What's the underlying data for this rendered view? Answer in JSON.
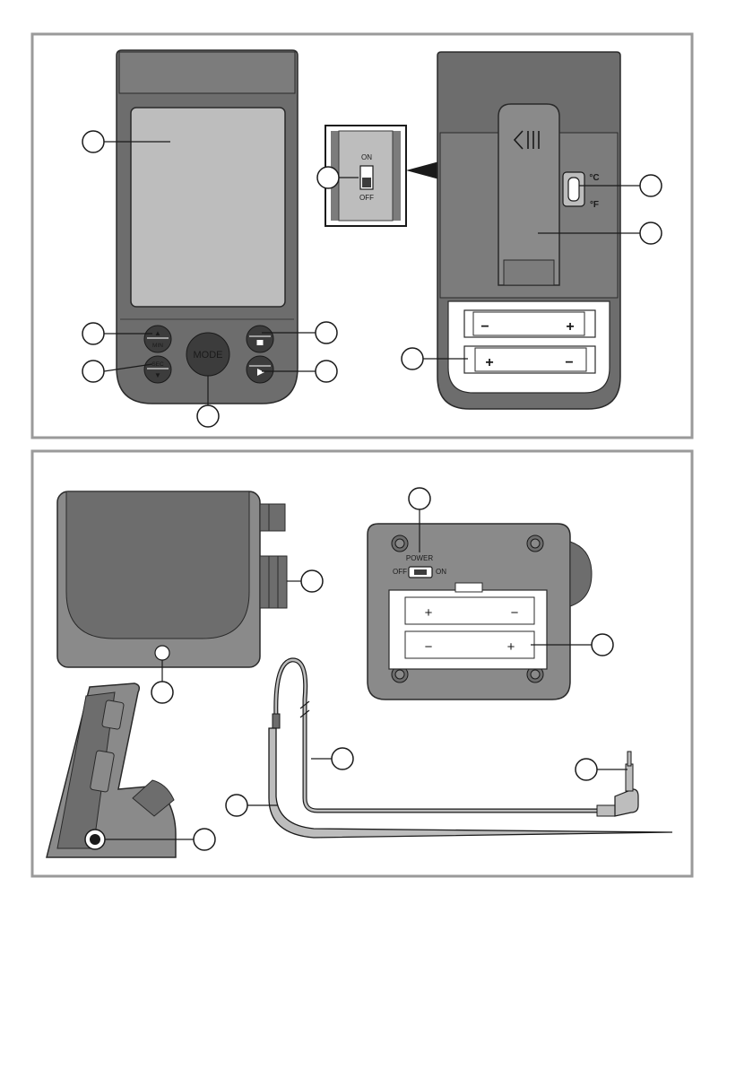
{
  "figure": {
    "description_panels": [
      "thermometer-front-and-back",
      "base-station-and-probe"
    ]
  },
  "top_panel": {
    "buttons": {
      "min_label": "MIN",
      "sec_label": "SEC",
      "mode_label": "MODE"
    },
    "switch_inset": {
      "on_label": "ON",
      "off_label": "OFF"
    },
    "unit_switch": {
      "celsius_label": "°C",
      "fahrenheit_label": "°F"
    },
    "battery_polarity": {
      "plus": "+",
      "minus": "−"
    }
  },
  "bottom_panel": {
    "power_switch": {
      "power_label": "POWER",
      "off_label": "OFF",
      "on_label": "ON"
    },
    "battery_polarity": {
      "plus": "+",
      "minus": "−"
    }
  },
  "colors": {
    "frame": "#9a9a9a",
    "device_dark": "#6d6d6d",
    "device_mid": "#8a8a8a",
    "device_light": "#bdbdbd",
    "button_dark": "#3c3c3c"
  }
}
